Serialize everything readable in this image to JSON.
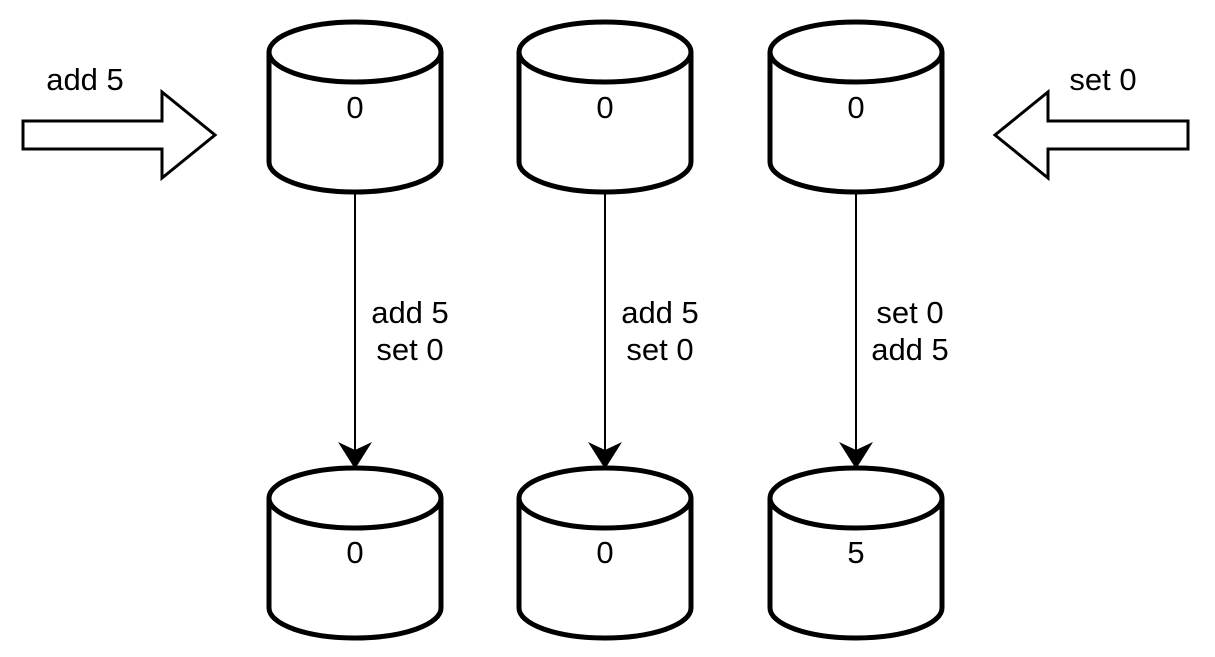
{
  "diagram": {
    "type": "crdt-replication-diagram",
    "colors": {
      "stroke": "#000000",
      "fill": "#ffffff",
      "text": "#000000"
    },
    "inputs": {
      "left": {
        "label": "add 5",
        "direction": "right"
      },
      "right": {
        "label": "set 0",
        "direction": "left"
      }
    },
    "replicas": [
      {
        "top_value": "0",
        "operations": [
          "add 5",
          "set 0"
        ],
        "bottom_value": "0"
      },
      {
        "top_value": "0",
        "operations": [
          "add 5",
          "set 0"
        ],
        "bottom_value": "0"
      },
      {
        "top_value": "0",
        "operations": [
          "set 0",
          "add 5"
        ],
        "bottom_value": "5"
      }
    ]
  }
}
